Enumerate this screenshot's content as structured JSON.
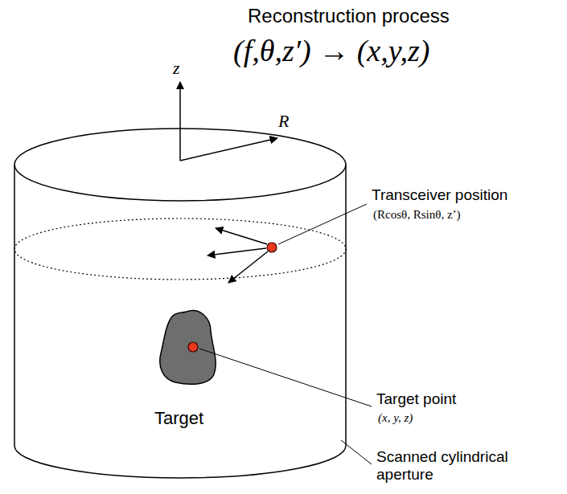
{
  "diagram": {
    "title": "Reconstruction process",
    "labels": [
      "z",
      "R",
      "(f,θ,z′) → (x,y,z)",
      "Transceiver position",
      "(Rcosθ, Rsinθ, z’)",
      "Target point",
      "(x, y, z)",
      "Target",
      "Scanned cylindrical aperture"
    ]
  }
}
